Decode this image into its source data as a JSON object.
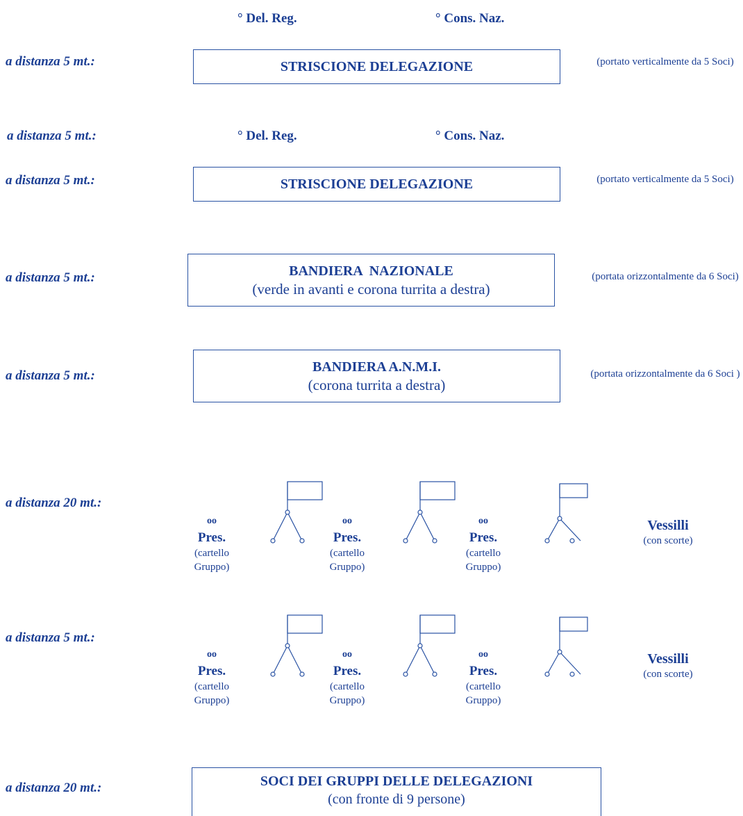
{
  "top_row": {
    "del_reg": "° Del. Reg.",
    "cons_naz": "° Cons. Naz."
  },
  "row1": {
    "distance": "a distanza 5 mt.:",
    "box_title": "STRISCIONE DELEGAZIONE",
    "note": "(portato verticalmente da 5 Soci)"
  },
  "row2": {
    "distance": "a distanza 5 mt.:",
    "del_reg": "° Del. Reg.",
    "cons_naz": "° Cons. Naz."
  },
  "row3": {
    "distance": "a distanza 5 mt.:",
    "box_title": "STRISCIONE DELEGAZIONE",
    "note": "(portato verticalmente da 5 Soci)"
  },
  "row4": {
    "distance": "a distanza 5 mt.:",
    "box_title": "BANDIERA  NAZIONALE",
    "box_subtitle": "(verde in avanti e corona turrita a destra)",
    "note": "(portata orizzontalmente da 6 Soci)"
  },
  "row5": {
    "distance": "a distanza 5 mt.:",
    "box_title": "BANDIERA A.N.M.I.",
    "box_subtitle": "(corona turrita a destra)",
    "note": "(portata orizzontalmente da 6 Soci )"
  },
  "row6": {
    "distance": "a distanza 20 mt.:",
    "pres": [
      {
        "marks": "oo",
        "label": "Pres.",
        "sub1": "(cartello",
        "sub2": "Gruppo)"
      },
      {
        "marks": "oo",
        "label": "Pres.",
        "sub1": "(cartello",
        "sub2": "Gruppo)"
      },
      {
        "marks": "oo",
        "label": "Pres.",
        "sub1": "(cartello",
        "sub2": "Gruppo)"
      }
    ],
    "vessilli": "Vessilli",
    "vessilli_sub": "(con scorte)"
  },
  "row7": {
    "distance": "a distanza 5 mt.:",
    "pres": [
      {
        "marks": "oo",
        "label": "Pres.",
        "sub1": "(cartello",
        "sub2": "Gruppo)"
      },
      {
        "marks": "oo",
        "label": "Pres.",
        "sub1": "(cartello",
        "sub2": "Gruppo)"
      },
      {
        "marks": "oo",
        "label": "Pres.",
        "sub1": "(cartello",
        "sub2": "Gruppo)"
      }
    ],
    "vessilli": "Vessilli",
    "vessilli_sub": "(con scorte)"
  },
  "row8": {
    "distance": "a distanza 20 mt.:",
    "box_title": "SOCI DEI GRUPPI DELLE DELEGAZIONI",
    "box_subtitle": "(con fronte di 9 persone)"
  },
  "colors": {
    "text": "#1c3f94",
    "border": "#2952a3"
  }
}
